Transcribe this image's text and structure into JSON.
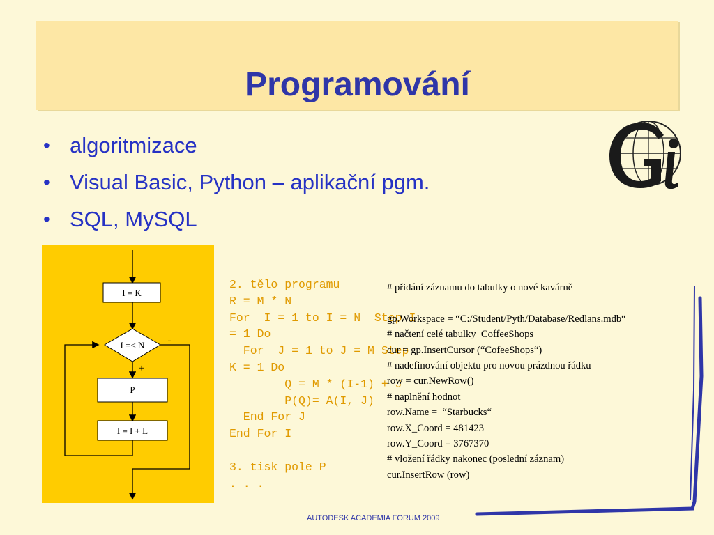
{
  "slide": {
    "title": "Programování",
    "footer": "AUTODESK ACADEMIA FORUM 2009"
  },
  "bullets": [
    "algoritmizace",
    "Visual Basic, Python – aplikační pgm.",
    "SQL, MySQL"
  ],
  "bullet_glyph": "•",
  "flowchart": {
    "init": "I  = K",
    "condition": "I =< N",
    "no_sign": "-",
    "yes_sign": "+",
    "body": "P",
    "increment": "I = I + L"
  },
  "code_lines": [
    "2. tělo programu",
    "R = M * N",
    "For  I = 1 to I = N  Step I",
    "= 1 Do",
    "  For  J = 1 to J = M Step",
    "K = 1 Do",
    "        Q = M * (I-1) + J",
    "        P(Q)= A(I, J)",
    "  End For J",
    "End For I",
    "",
    "3. tisk pole P",
    ". . ."
  ],
  "python_lines": [
    "# přidání záznamu do tabulky o nové kavárně",
    "",
    "gp.Workspace = “C:/Student/Pyth/Database/Redlans.mdb“",
    "# načtení celé tabulky  CoffeeShops",
    "cur = gp.InsertCursor (“CofeeShops“)",
    "# nadefinování objektu pro novou prázdnou řádku",
    "row = cur.NewRow()",
    "# naplnění hodnot",
    "row.Name =  “Starbucks“",
    "row.X_Coord = 481423",
    "row.Y_Coord = 3767370",
    "# vložení řádky nakonec (poslední záznam)",
    "cur.InsertRow (row)"
  ],
  "colors": {
    "title": "#2f36a8",
    "bullet_text": "#2632c4",
    "title_bar": "#fde7a5",
    "background": "#fdf8d8",
    "flow_panel": "#ffcc00",
    "code": "#e09a00",
    "deco_line": "#2f36a8"
  }
}
